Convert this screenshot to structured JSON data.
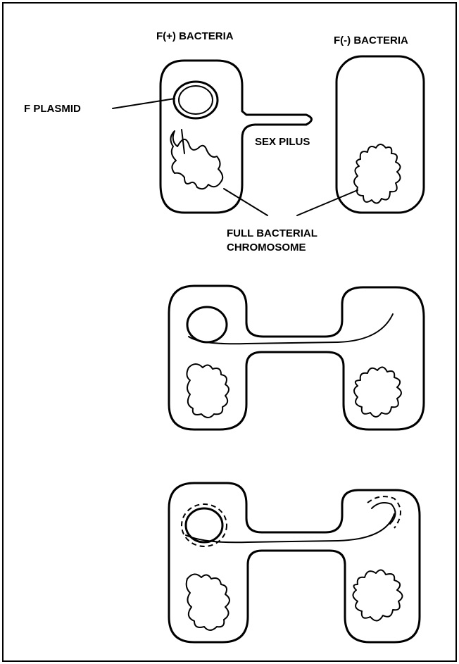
{
  "labels": {
    "f_plus": "F(+) BACTERIA",
    "f_minus": "F(-) BACTERIA",
    "f_plasmid": "F PLASMID",
    "sex_pilus": "SEX PILUS",
    "chromosome_line1": "FULL BACTERIAL",
    "chromosome_line2": "CHROMOSOME"
  },
  "colors": {
    "ink": "#000000",
    "background": "#ffffff"
  }
}
